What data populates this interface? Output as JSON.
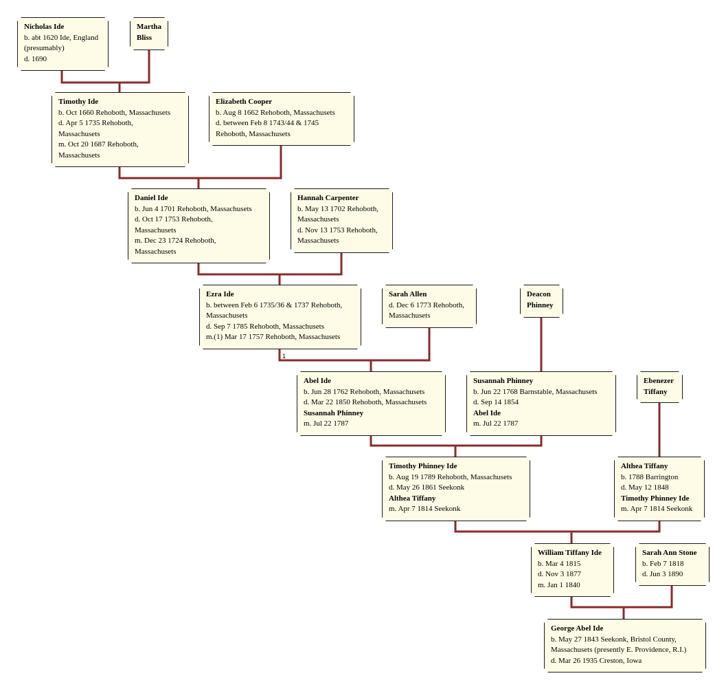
{
  "people": {
    "nicholas": {
      "name": "Nicholas Ide",
      "lines": [
        "b. abt 1620 Ide, England",
        "(presumably)",
        "d. 1690"
      ]
    },
    "martha": {
      "name": "Martha",
      "lines": [],
      "name2": "Bliss"
    },
    "timothy": {
      "name": "Timothy Ide",
      "lines": [
        "b. Oct 1660 Rehoboth, Massachusets",
        "d. Apr 5 1735 Rehoboth,",
        "Massachusets",
        "m. Oct 20 1687 Rehoboth,",
        "Massachusets"
      ]
    },
    "elizabeth": {
      "name": "Elizabeth Cooper",
      "lines": [
        "b. Aug 8 1662 Rehoboth, Massachusets",
        "d. between Feb 8 1743/44 & 1745",
        "Rehoboth, Massachusets"
      ]
    },
    "daniel": {
      "name": "Daniel Ide",
      "lines": [
        "b. Jun 4 1701 Rehoboth, Massachusets",
        "d. Oct 17 1753 Rehoboth,",
        "Massachusets",
        "m. Dec 23 1724 Rehoboth,",
        "Massachusets"
      ]
    },
    "hannah": {
      "name": "Hannah Carpenter",
      "lines": [
        "b. May 13 1702 Rehoboth,",
        "Massachusets",
        "d. Nov 13 1753 Rehoboth,",
        "Massachusets"
      ]
    },
    "ezra": {
      "name": "Ezra Ide",
      "lines": [
        "b. between Feb 6 1735/36 & 1737 Rehoboth,",
        "Massachusets",
        "d. Sep 7 1785 Rehoboth, Massachusets",
        "m.(1) Mar 17 1757 Rehoboth, Massachusets"
      ]
    },
    "sarahallen": {
      "name": "Sarah Allen",
      "lines": [
        "d. Dec 6 1773 Rehoboth,",
        "Massachusets"
      ]
    },
    "deacon": {
      "name": "Deacon",
      "name2": "Phinney",
      "lines": []
    },
    "abel": {
      "name": "Abel Ide",
      "lines": [
        "b. Jun 28 1762 Rehoboth, Massachusets",
        "d. Mar 22 1850 Rehoboth, Massachusets"
      ],
      "spouse": "Susannah Phinney",
      "married": "m. Jul 22 1787"
    },
    "susannah": {
      "name": "Susannah Phinney",
      "lines": [
        "b. Jun 22 1768 Barnstable, Massachusets",
        "d. Sep 14 1854"
      ],
      "spouse": "Abel Ide",
      "married": "m. Jul 22 1787"
    },
    "ebenezer": {
      "name": "Ebenezer",
      "name2": "Tiffany",
      "lines": []
    },
    "timothyp": {
      "name": "Timothy Phinney Ide",
      "lines": [
        "b. Aug 19 1789 Rehoboth, Massachusets",
        "d. May 26 1861 Seekonk"
      ],
      "spouse": "Althea Tiffany",
      "married": "m. Apr 7 1814 Seekonk"
    },
    "althea": {
      "name": "Althea Tiffany",
      "lines": [
        "b. 1788 Barrington",
        "d. May 12 1848"
      ],
      "spouse": "Timothy Phinney Ide",
      "married": "m. Apr 7 1814 Seekonk"
    },
    "william": {
      "name": "William Tiffany Ide",
      "lines": [
        "b. Mar 4 1815",
        "d. Nov 3 1877",
        "m. Jan 1 1840"
      ]
    },
    "sarahann": {
      "name": "Sarah Ann Stone",
      "lines": [
        "b. Feb 7 1818",
        "d. Jun 3 1890"
      ]
    },
    "george": {
      "name": "George Abel Ide",
      "lines": [
        "b. May 27 1843 Seekonk, Bristol County,",
        "Massachusets (presently E. Providence, R.I.)",
        "d. Mar 26 1935 Creston, Iowa"
      ]
    }
  },
  "marriage_marker": "1",
  "colors": {
    "line": "#8b2a2a",
    "card_bg": "#fefce6",
    "shadow": "#9a9a9a"
  }
}
